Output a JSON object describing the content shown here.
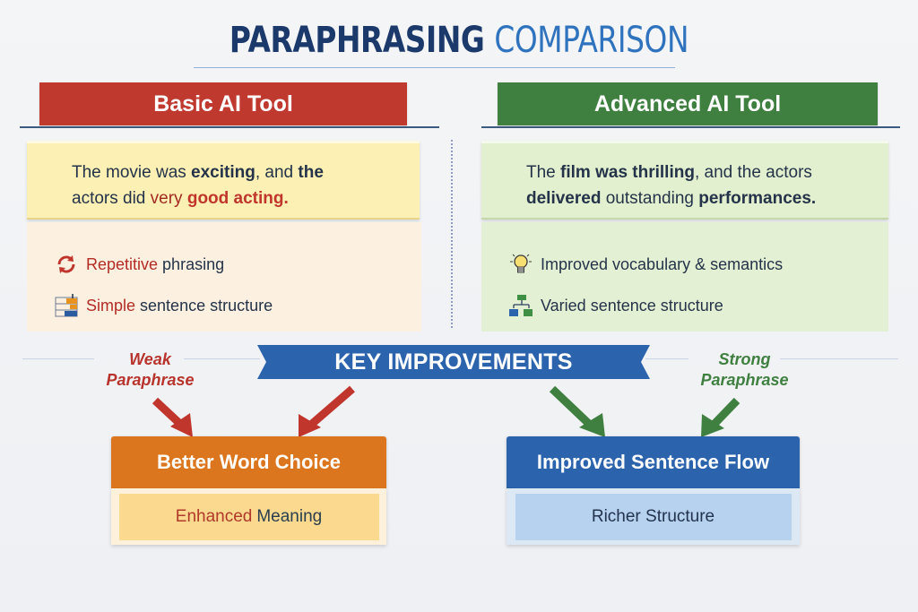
{
  "title": {
    "part1": "PARAPHRASING",
    "part2": "COMPARISON"
  },
  "columns": {
    "basic": {
      "header": "Basic AI Tool",
      "color": "#c0392f",
      "quote": {
        "s1": "The movie was ",
        "s2": "exciting",
        "s3": ", and ",
        "s4": "the",
        "s5": "actors did ",
        "s6": "very ",
        "s7": "good acting."
      },
      "items": [
        {
          "icon": "refresh-cycle-icon",
          "accent": "Repetitive",
          "rest": " phrasing"
        },
        {
          "icon": "stacked-bars-icon",
          "accent": "Simple",
          "rest": " sentence structure"
        }
      ]
    },
    "advanced": {
      "header": "Advanced AI Tool",
      "color": "#3f8040",
      "quote": {
        "s1": "The ",
        "s2": "film",
        "s3": " ",
        "s4": "was thrilling",
        "s5": ", and the actors",
        "s6": "delivered",
        "s7": " outstanding ",
        "s8": "performances."
      },
      "items": [
        {
          "icon": "lightbulb-icon",
          "text": "Improved vocabulary & semantics"
        },
        {
          "icon": "hierarchy-tree-icon",
          "text": "Varied sentence structure"
        }
      ]
    }
  },
  "key_improvements": {
    "label": "KEY IMPROVEMENTS",
    "color": "#2b63ad",
    "weak_tag": {
      "line1": "Weak",
      "line2": "Paraphrase"
    },
    "strong_tag": {
      "line1": "Strong",
      "line2": "Paraphrase"
    }
  },
  "boxes": {
    "word_choice": {
      "title": "Better Word Choice",
      "accent": "Enhanced",
      "rest": "Meaning",
      "color": "#db761f"
    },
    "sentence_flow": {
      "title": "Improved Sentence Flow",
      "body": "Richer Structure",
      "color": "#2b63ad"
    }
  }
}
